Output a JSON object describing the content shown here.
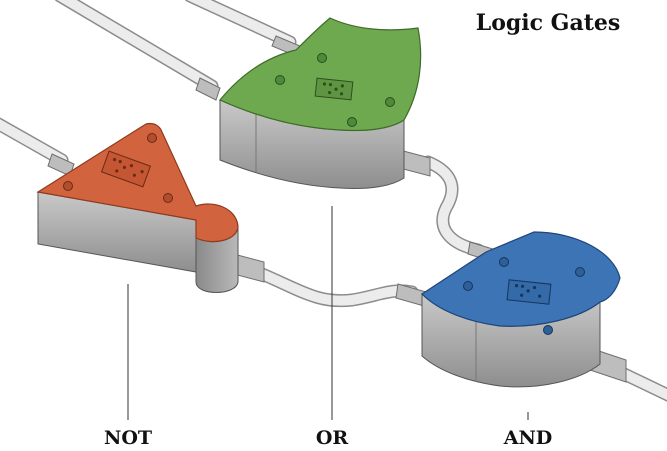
{
  "title": "Logic Gates",
  "gates": [
    {
      "id": "not",
      "label": "NOT",
      "top_color": "#d2633f",
      "side_color": "#b4b4b4"
    },
    {
      "id": "or",
      "label": "OR",
      "top_color": "#6ea94f",
      "side_color": "#b4b4b4"
    },
    {
      "id": "and",
      "label": "AND",
      "top_color": "#3d74b5",
      "side_color": "#b4b4b4"
    }
  ]
}
